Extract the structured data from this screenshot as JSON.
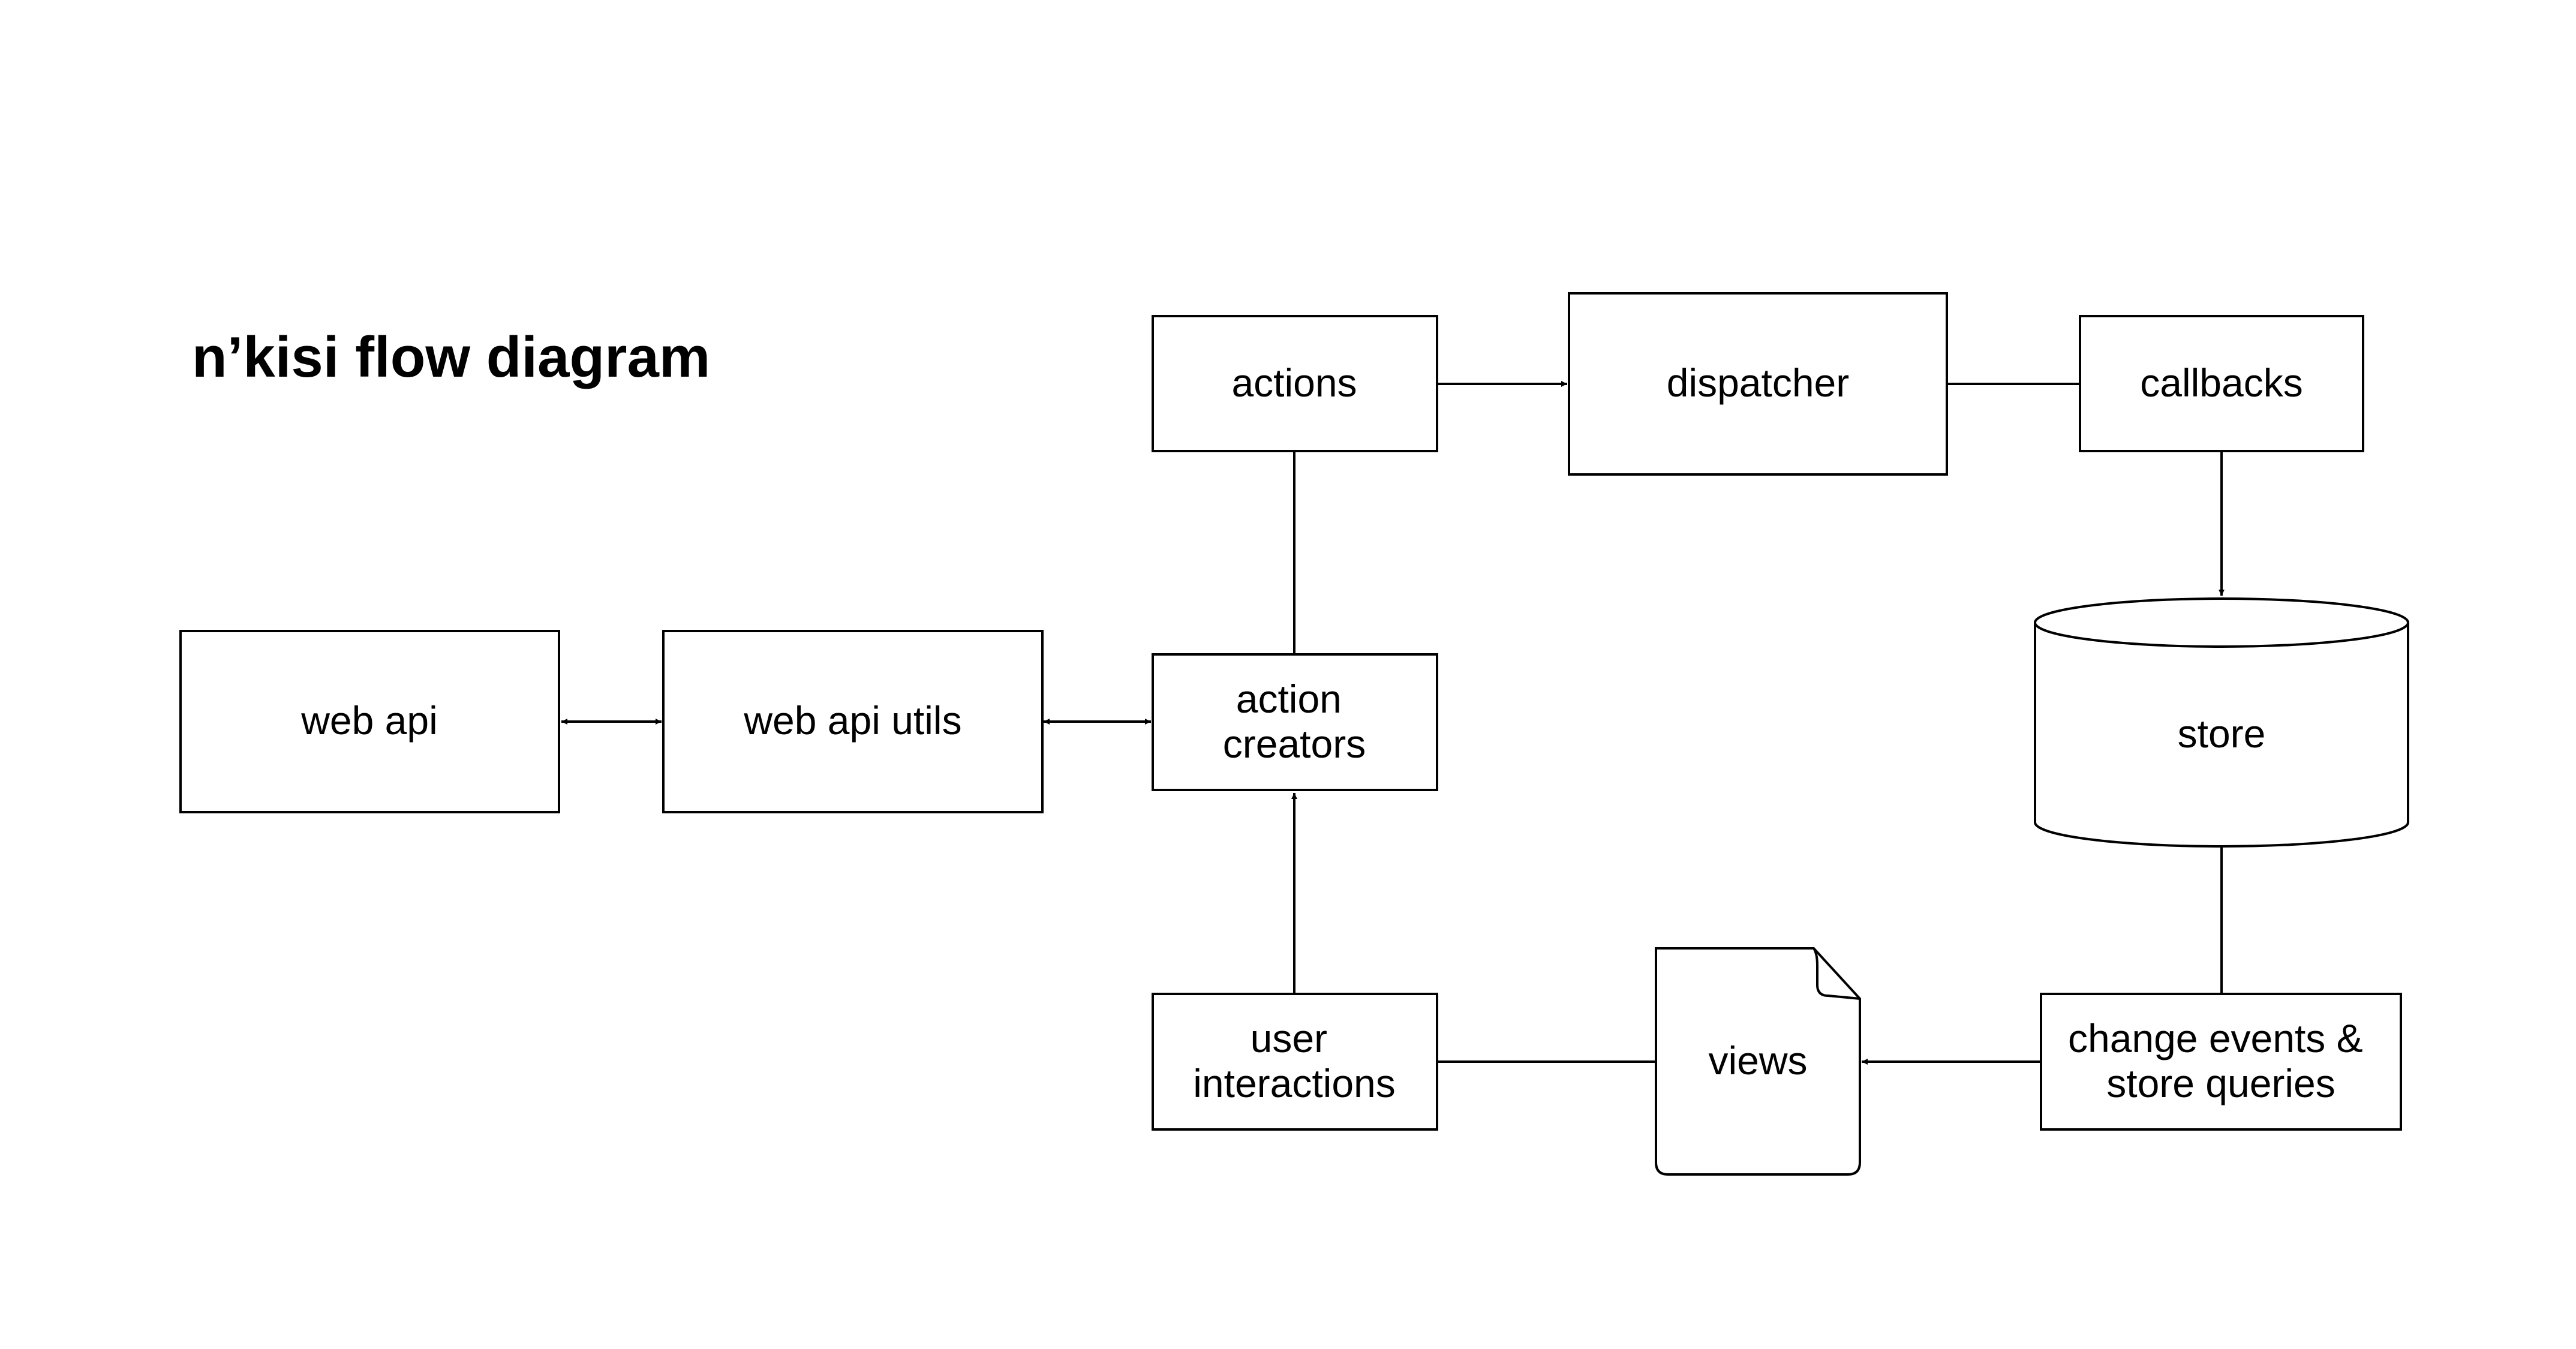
{
  "title": "n’kisi flow diagram",
  "colors": {
    "stroke": "#000000",
    "background": "#ffffff",
    "text": "#000000"
  },
  "nodes": {
    "web_api": {
      "label": [
        "web api"
      ],
      "shape": "rectangle"
    },
    "web_api_utils": {
      "label": [
        "web api utils"
      ],
      "shape": "rectangle"
    },
    "action_creators": {
      "label": [
        "action",
        "creators"
      ],
      "shape": "rectangle"
    },
    "actions": {
      "label": [
        "actions"
      ],
      "shape": "rectangle"
    },
    "dispatcher": {
      "label": [
        "dispatcher"
      ],
      "shape": "rectangle"
    },
    "callbacks": {
      "label": [
        "callbacks"
      ],
      "shape": "rectangle"
    },
    "store": {
      "label": [
        "store"
      ],
      "shape": "cylinder"
    },
    "change_events": {
      "label": [
        "change events &",
        "store queries"
      ],
      "shape": "rectangle"
    },
    "views": {
      "label": [
        "views"
      ],
      "shape": "document"
    },
    "user_interactions": {
      "label": [
        "user",
        "interactions"
      ],
      "shape": "rectangle"
    }
  },
  "edges": [
    {
      "from": "web_api",
      "to": "web_api_utils",
      "arrow": "both"
    },
    {
      "from": "web_api_utils",
      "to": "action_creators",
      "arrow": "both"
    },
    {
      "from": "action_creators",
      "to": "actions",
      "arrow": "none"
    },
    {
      "from": "actions",
      "to": "dispatcher",
      "arrow": "end"
    },
    {
      "from": "dispatcher",
      "to": "callbacks",
      "arrow": "none"
    },
    {
      "from": "callbacks",
      "to": "store",
      "arrow": "end"
    },
    {
      "from": "store",
      "to": "change_events",
      "arrow": "none"
    },
    {
      "from": "change_events",
      "to": "views",
      "arrow": "end"
    },
    {
      "from": "views",
      "to": "user_interactions",
      "arrow": "none"
    },
    {
      "from": "user_interactions",
      "to": "action_creators",
      "arrow": "end"
    }
  ]
}
